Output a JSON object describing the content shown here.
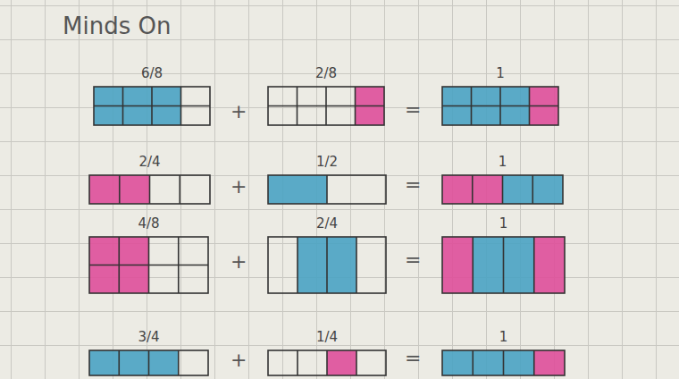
{
  "diagram": {
    "title": "Minds On",
    "nodes": [
      {
        "text": [
          "6/8"
        ]
      },
      {
        "text": [
          "2/8"
        ]
      },
      {
        "text": [
          "1"
        ]
      },
      {
        "text": [
          "2/4"
        ]
      },
      {
        "text": [
          "1/2"
        ]
      },
      {
        "text": [
          "1"
        ]
      },
      {
        "text": [
          "4/8"
        ]
      },
      {
        "text": [
          "2/4"
        ]
      },
      {
        "text": [
          "1"
        ]
      },
      {
        "text": [
          "3/4"
        ]
      },
      {
        "text": [
          "1/4"
        ]
      },
      {
        "text": [
          "1"
        ]
      }
    ],
    "labels": [
      "+",
      "=",
      "+",
      "=",
      "+",
      "=",
      "+",
      "="
    ]
  }
}
